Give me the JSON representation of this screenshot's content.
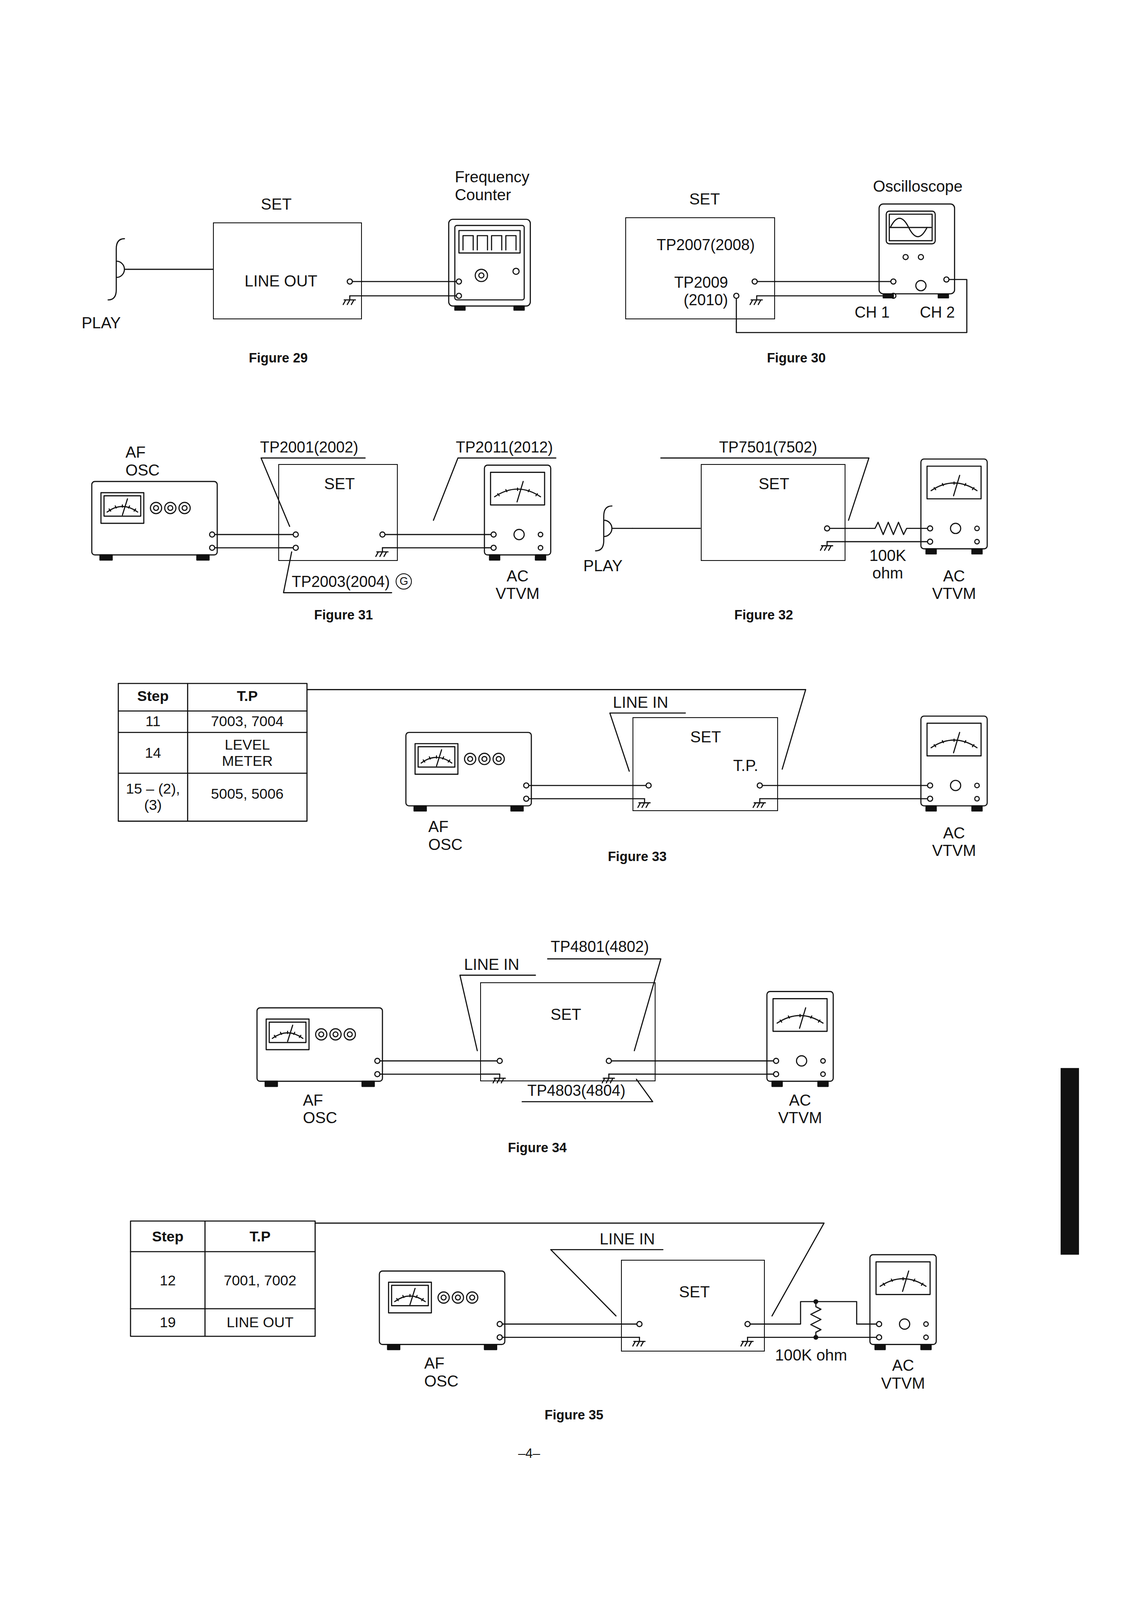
{
  "diagram": {
    "nodes": [
      {
        "text": [
          "PLAY"
        ]
      },
      {
        "text": [
          "SET",
          "LINE OUT"
        ]
      },
      {
        "text": [
          "Frequency Counter"
        ]
      },
      {
        "text": [
          "SET",
          "TP2007(2008)",
          "TP2009 (2010)"
        ]
      },
      {
        "text": [
          "Oscilloscope"
        ]
      },
      {
        "text": [
          "AF OSC"
        ]
      },
      {
        "text": [
          "SET"
        ]
      },
      {
        "text": [
          "AC VTVM"
        ]
      },
      {
        "text": [
          "PLAY"
        ]
      },
      {
        "text": [
          "SET"
        ]
      },
      {
        "text": [
          "AC VTVM"
        ]
      },
      {
        "text": [
          "AF OSC"
        ]
      },
      {
        "text": [
          "SET",
          "T.P."
        ]
      },
      {
        "text": [
          "AC VTVM"
        ]
      },
      {
        "text": [
          "AF OSC"
        ]
      },
      {
        "text": [
          "SET"
        ]
      },
      {
        "text": [
          "AC VTVM"
        ]
      },
      {
        "text": [
          "AF OSC"
        ]
      },
      {
        "text": [
          "SET"
        ]
      },
      {
        "text": [
          "AC VTVM"
        ]
      }
    ],
    "edges": [
      {
        "from": 0,
        "to": 1,
        "arrow": "none"
      },
      {
        "from": 1,
        "to": 2,
        "arrow": "none"
      },
      {
        "from": 1,
        "to": 2,
        "arrow": "none"
      },
      {
        "from": 3,
        "to": 4,
        "arrow": "none"
      },
      {
        "from": 3,
        "to": 4,
        "arrow": "none"
      },
      {
        "from": 3,
        "to": 4,
        "arrow": "none"
      },
      {
        "from": 5,
        "to": 6,
        "arrow": "none"
      },
      {
        "from": 5,
        "to": 6,
        "arrow": "none"
      },
      {
        "from": 6,
        "to": 7,
        "arrow": "none"
      },
      {
        "from": 6,
        "to": 7,
        "arrow": "none"
      },
      {
        "from": 8,
        "to": 9,
        "arrow": "none"
      },
      {
        "from": 9,
        "to": 10,
        "arrow": "none"
      },
      {
        "from": 9,
        "to": 10,
        "arrow": "none"
      },
      {
        "from": 11,
        "to": 12,
        "arrow": "none"
      },
      {
        "from": 11,
        "to": 12,
        "arrow": "none"
      },
      {
        "from": 12,
        "to": 13,
        "arrow": "none"
      },
      {
        "from": 12,
        "to": 13,
        "arrow": "none"
      },
      {
        "from": 14,
        "to": 15,
        "arrow": "none"
      },
      {
        "from": 14,
        "to": 15,
        "arrow": "none"
      },
      {
        "from": 15,
        "to": 16,
        "arrow": "none"
      },
      {
        "from": 15,
        "to": 16,
        "arrow": "none"
      },
      {
        "from": 17,
        "to": 18,
        "arrow": "none"
      },
      {
        "from": 17,
        "to": 18,
        "arrow": "none"
      },
      {
        "from": 18,
        "to": 19,
        "arrow": "none"
      },
      {
        "from": 18,
        "to": 19,
        "arrow": "none"
      }
    ],
    "labels": [
      "Figure 29",
      "Figure 30",
      "CH 1",
      "CH 2",
      "TP2001(2002)",
      "TP2011(2012)",
      "TP2003(2004)",
      "G",
      "Figure 31",
      "TP7501(7502)",
      "100K ohm",
      "Figure 32",
      "Step",
      "T.P",
      "11",
      "7003, 7004",
      "14",
      "LEVEL METER",
      "15 – (2), (3)",
      "5005, 5006",
      "LINE IN",
      "Figure 33",
      "LINE IN",
      "TP4801(4802)",
      "TP4803(4804)",
      "Figure 34",
      "Step",
      "T.P",
      "12",
      "7001, 7002",
      "19",
      "LINE OUT",
      "LINE IN",
      "100K ohm",
      "Figure 35",
      "–4–"
    ]
  }
}
